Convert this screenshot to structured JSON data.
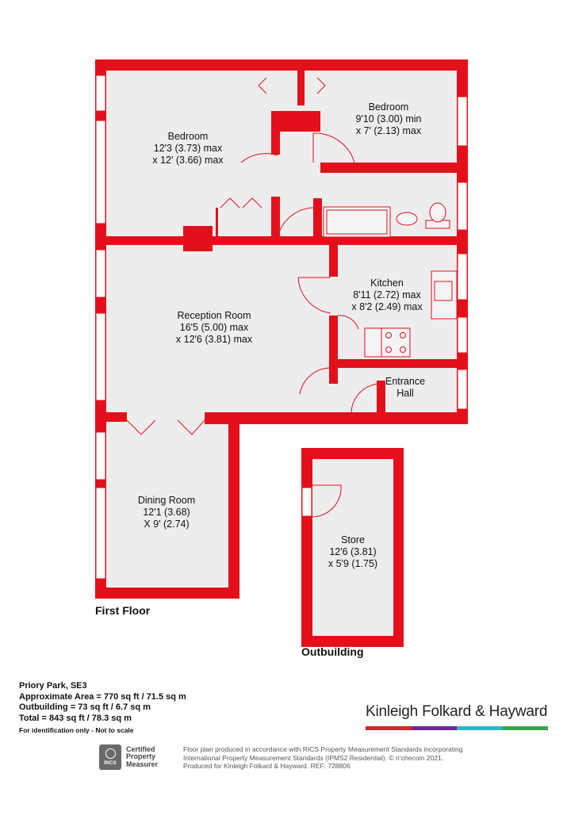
{
  "rooms": {
    "bedroom1": {
      "name": "Bedroom",
      "line1": "12'3 (3.73) max",
      "line2": "x 12' (3.66) max"
    },
    "bedroom2": {
      "name": "Bedroom",
      "line1": "9'10 (3.00) min",
      "line2": "x 7' (2.13) max"
    },
    "kitchen": {
      "name": "Kitchen",
      "line1": "8'11 (2.72) max",
      "line2": "x 8'2 (2.49) max"
    },
    "reception": {
      "name": "Reception Room",
      "line1": "16'5 (5.00) max",
      "line2": "x 12'6 (3.81) max"
    },
    "entrance": {
      "name": "Entrance",
      "line1": "Hall"
    },
    "dining": {
      "name": "Dining Room",
      "line1": "12'1 (3.68)",
      "line2": "X 9' (2.74)"
    },
    "store": {
      "name": "Store",
      "line1": "12'6 (3.81)",
      "line2": "x 5'9 (1.75)"
    }
  },
  "floors": {
    "first": "First Floor",
    "outbuilding": "Outbuilding"
  },
  "property": {
    "address": "Priory Park, SE3",
    "approx_area": "Approximate Area = 770 sq ft / 71.5 sq m",
    "outbuilding_area": "Outbuilding = 73 sq ft / 6.7 sq m",
    "total": "Total = 843 sq ft / 78.3 sq m",
    "note": "For identification only - Not to scale"
  },
  "brand": {
    "name": "Kinleigh Folkard & Hayward",
    "bar_colors": [
      "#d9262b",
      "#6b2b8f",
      "#2bb7c9",
      "#3aa44a"
    ]
  },
  "rics": {
    "logo_text": "RICS",
    "line1": "Certified",
    "line2": "Property",
    "line3": "Measurer"
  },
  "disclaimer": {
    "line1": "Floor plan produced in accordance with RICS Property Measurement Standards incorporating",
    "line2": "International Property Measurement Standards (IPMS2 Residential).  © n’checom 2021.",
    "line3": "Produced for Kinleigh Folkard & Hayward.   REF: 728806"
  },
  "colors": {
    "wall": "#e3101b",
    "floor": "#ededed",
    "window": "#ffffff"
  }
}
